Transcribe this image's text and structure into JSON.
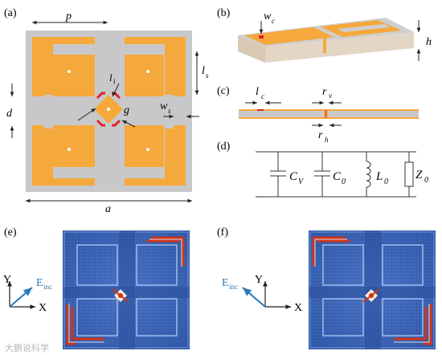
{
  "panels": {
    "a": {
      "tag": "(a)",
      "labels": {
        "p": "p",
        "l": "l",
        "i": "i",
        "g": "g",
        "ls_main": "l",
        "ls_sub": "s",
        "d": "d",
        "ws_main": "w",
        "ws_sub": "s",
        "a": "a"
      }
    },
    "b": {
      "tag": "(b)",
      "labels": {
        "wc_main": "w",
        "wc_sub": "c",
        "h": "h"
      }
    },
    "c": {
      "tag": "(c)",
      "labels": {
        "lc_main": "l",
        "lc_sub": "c",
        "rv_main": "r",
        "rv_sub": "v",
        "rh_main": "r",
        "rh_sub": "h"
      }
    },
    "d": {
      "tag": "(d)",
      "labels": {
        "cv_main": "C",
        "cv_sub": "V",
        "c0_main": "C",
        "c0_sub": "0",
        "l0_main": "L",
        "l0_sub": "0",
        "z0_main": "Z",
        "z0_sub": "0"
      }
    },
    "e": {
      "tag": "(e)",
      "axes": {
        "x": "X",
        "y": "Y",
        "e_main": "E",
        "e_sub": "inc"
      }
    },
    "f": {
      "tag": "(f)",
      "axes": {
        "x": "X",
        "y": "Y",
        "e_main": "E",
        "e_sub": "inc"
      }
    }
  },
  "watermark": "大鹏说科学",
  "colors": {
    "patch": "#F5A93C",
    "gray": "#C8C8CA",
    "gap": "#E0232A",
    "field_bg": "#3A63B8",
    "field_hot": "#E23B1B",
    "e_arrow": "#2B79B8"
  }
}
